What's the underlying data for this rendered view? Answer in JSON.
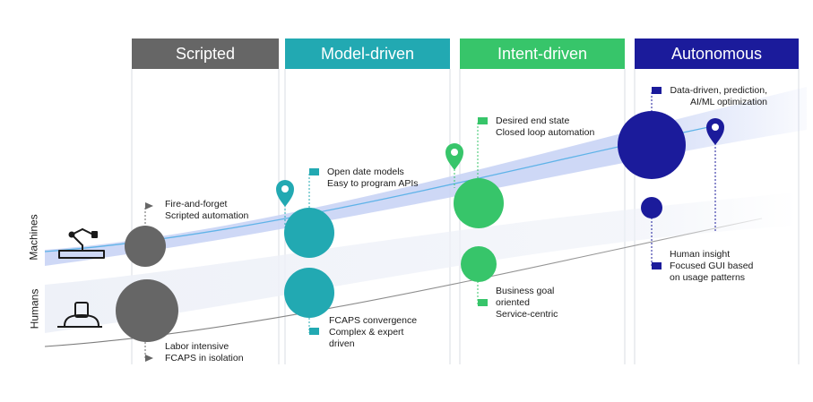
{
  "colors": {
    "scripted": "#666666",
    "model_driven": "#22a9b2",
    "intent_driven": "#37c56a",
    "autonomous": "#1b1b9b",
    "band": "#c9d4f5"
  },
  "stages": [
    {
      "id": "scripted",
      "title": "Scripted"
    },
    {
      "id": "model_driven",
      "title": "Model-driven"
    },
    {
      "id": "intent_driven",
      "title": "Intent-driven"
    },
    {
      "id": "autonomous",
      "title": "Autonomous"
    }
  ],
  "axis": {
    "machines": "Machines",
    "humans": "Humans"
  },
  "labels": {
    "scripted_machine": [
      "Fire-and-forget",
      "Scripted automation"
    ],
    "scripted_human": [
      "Labor intensive",
      "FCAPS in isolation"
    ],
    "model_machine": [
      "Open date models",
      "Easy to program APIs"
    ],
    "model_human": [
      "FCAPS convergence",
      "Complex & expert",
      "driven"
    ],
    "intent_machine": [
      "Desired end state",
      "Closed loop automation"
    ],
    "intent_human": [
      "Business goal",
      "oriented",
      "Service-centric"
    ],
    "auto_machine": [
      "Data-driven, prediction,",
      "AI/ML optimization"
    ],
    "auto_human": [
      "Human insight",
      "Focused GUI based",
      "on usage patterns"
    ]
  },
  "icons": {
    "machines": "robot-arm-icon",
    "humans": "person-at-desk-icon",
    "pin": "location-pin-icon",
    "flag": "flag-marker-icon"
  }
}
